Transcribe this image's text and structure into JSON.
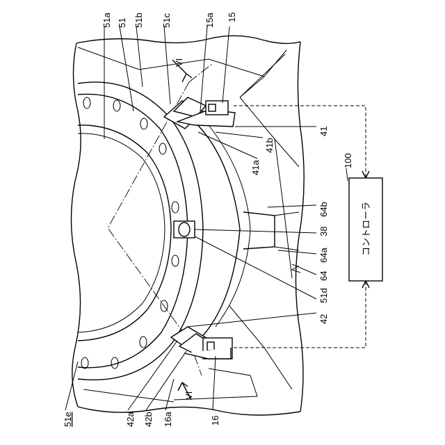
{
  "labels": {
    "l51a": "51a",
    "l51": "51",
    "l51b": "51b",
    "l51c": "51c",
    "l15a": "15a",
    "l15": "15",
    "l41": "41",
    "l41b": "41b",
    "l41a": "41a",
    "l100": "100",
    "l64b": "64b",
    "l38": "38",
    "l64a": "64a",
    "l64": "64",
    "l51d": "51d",
    "l42": "42",
    "l51e": "51e",
    "l42a": "42a",
    "l42b": "42b",
    "l16a": "16a",
    "l16": "16",
    "vi_top": "VI",
    "vi_bottom": "VI"
  },
  "controller": {
    "label": "コントローラ"
  }
}
